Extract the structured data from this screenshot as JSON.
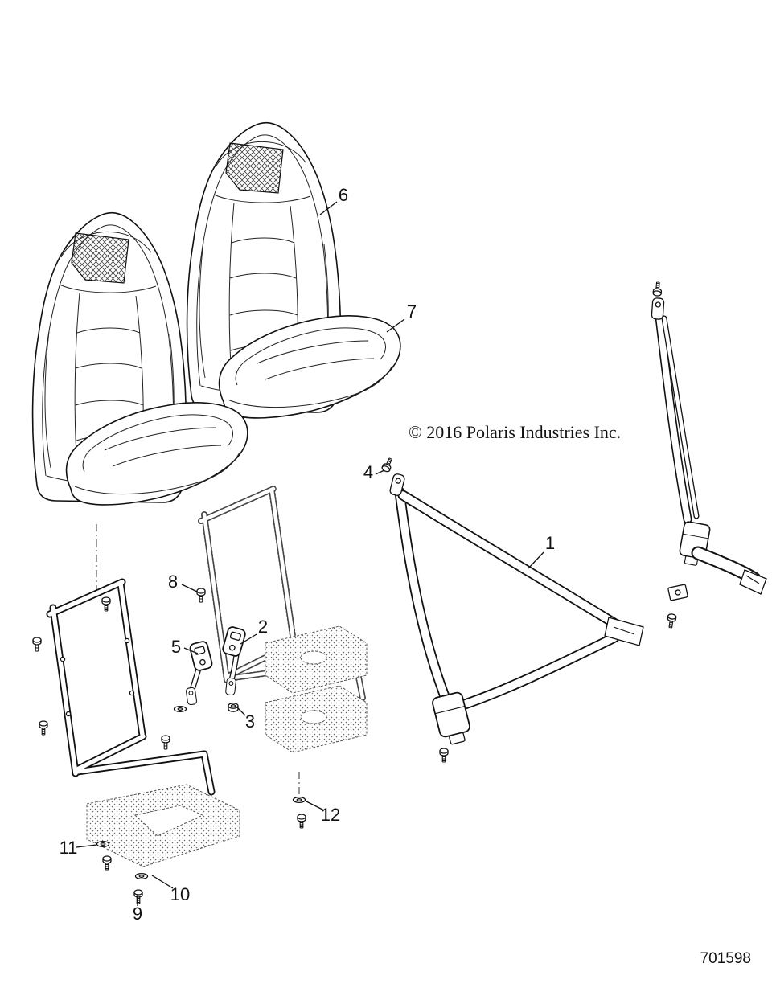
{
  "diagram": {
    "copyright": "© 2016 Polaris Industries Inc.",
    "figure_number": "701598",
    "callouts": [
      "1",
      "2",
      "3",
      "4",
      "5",
      "6",
      "7",
      "8",
      "9",
      "10",
      "11",
      "12"
    ]
  }
}
